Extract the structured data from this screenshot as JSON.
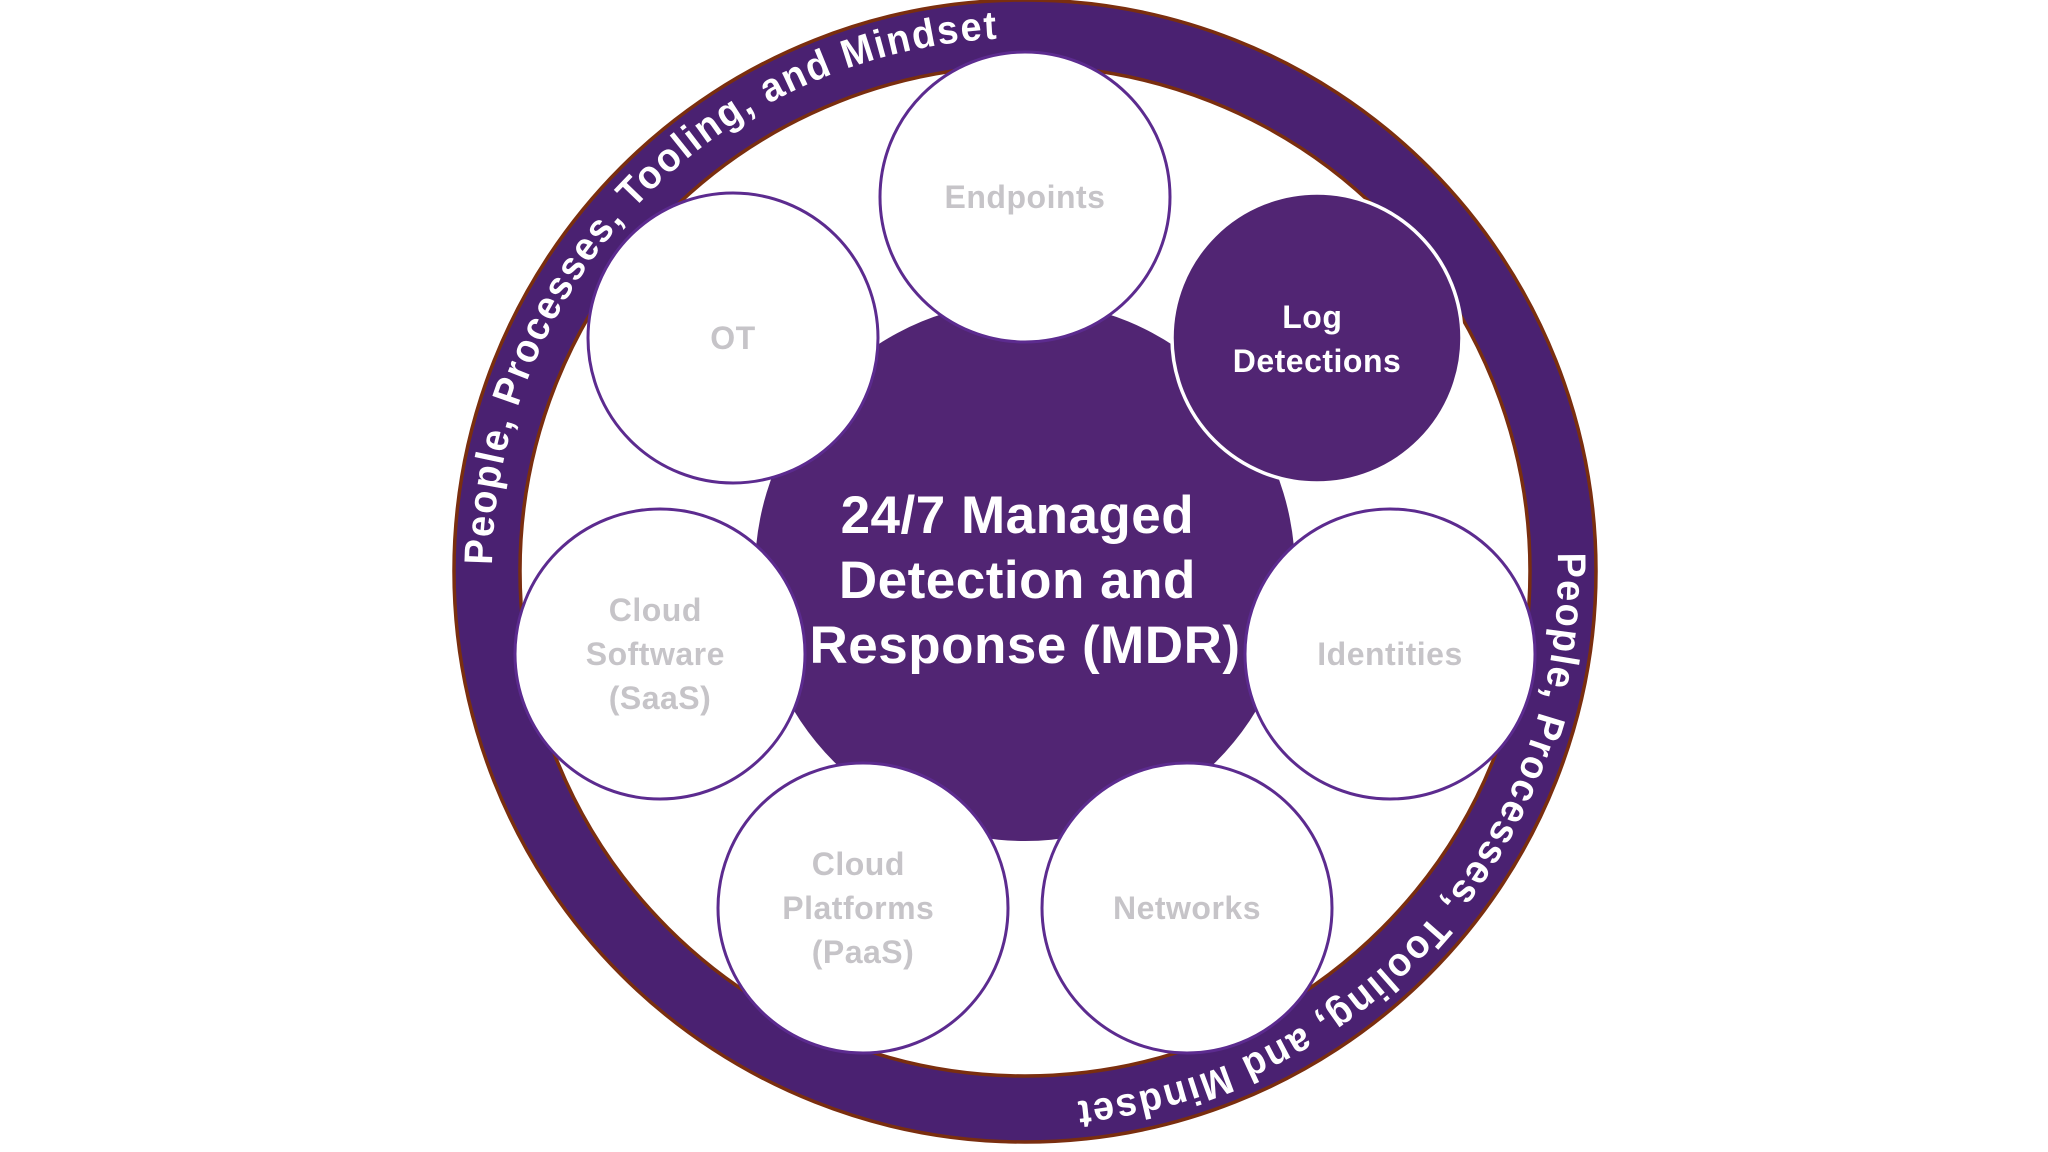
{
  "title": "24/7 Managed Detection and Response (MDR) diagram",
  "colors": {
    "ring-purple": "#4A2171",
    "edge-brown": "#7A2E0F",
    "core-purple": "#512573",
    "circle-stroke": "#5C2B8F",
    "label-gray": "#C6C4C8",
    "text-white": "#FFFFFF"
  },
  "ring": {
    "label": "People, Processes, Tooling, and Mindset"
  },
  "center": {
    "lines": [
      "24/7 Managed",
      "Detection and",
      "Response (MDR)"
    ]
  },
  "satellites": [
    {
      "id": "endpoints",
      "highlighted": false,
      "lines": [
        "Endpoints"
      ]
    },
    {
      "id": "log-detections",
      "highlighted": true,
      "lines": [
        "Log",
        "Detections"
      ]
    },
    {
      "id": "identities",
      "highlighted": false,
      "lines": [
        "Identities"
      ]
    },
    {
      "id": "networks",
      "highlighted": false,
      "lines": [
        "Networks"
      ]
    },
    {
      "id": "cloud-platforms-paas",
      "highlighted": false,
      "lines": [
        "Cloud",
        "Platforms",
        "(PaaS)"
      ]
    },
    {
      "id": "cloud-software-saas",
      "highlighted": false,
      "lines": [
        "Cloud",
        "Software",
        "(SaaS)"
      ]
    },
    {
      "id": "ot",
      "highlighted": false,
      "lines": [
        "OT"
      ]
    }
  ]
}
